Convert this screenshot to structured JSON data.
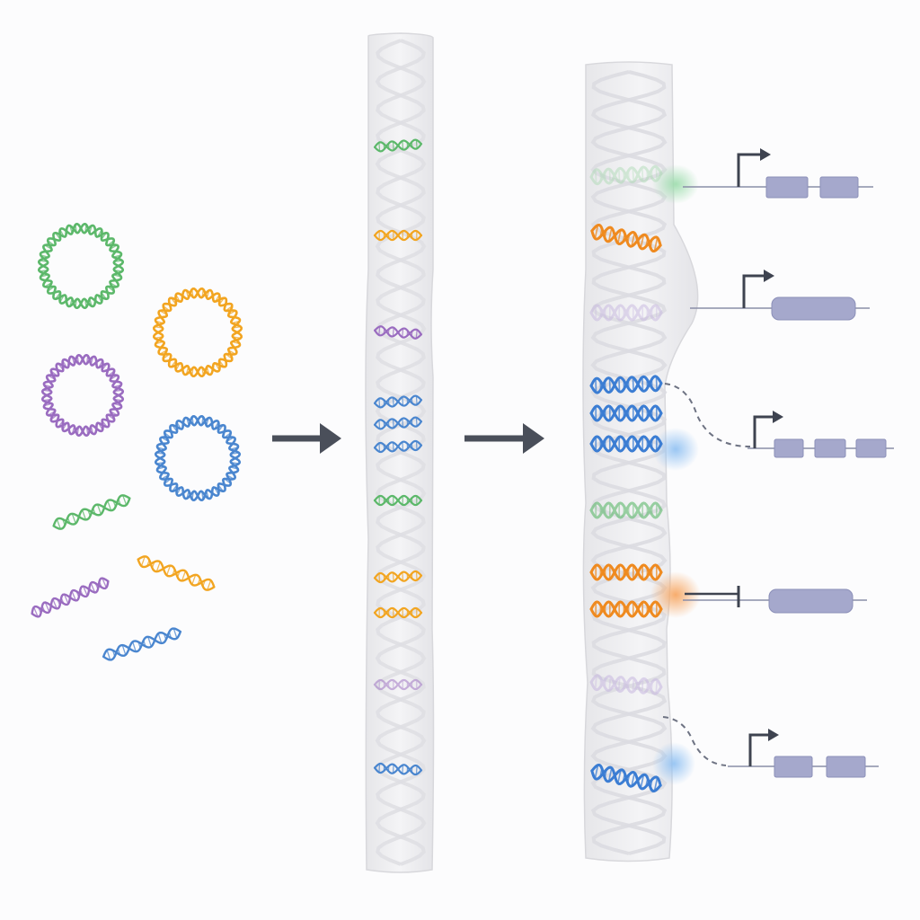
{
  "colors": {
    "green": "#5cb86a",
    "orange": "#f2a521",
    "purple": "#9a6cc0",
    "blue": "#4a86cf",
    "orange_strong": "#ef8a1f",
    "blue_strong": "#3b7dd3",
    "green_faint": "#a8d9b0",
    "purple_faint": "#c7b7e0",
    "arrow": "#4a4f5a",
    "chromosome_fill": "#eeeeef",
    "chromosome_stroke": "#d8d8dc",
    "gene_fill": "#a5a8cc",
    "gene_stroke": "#8b8fb8",
    "gene_line": "#8a8ea8",
    "promoter_arrow": "#3e4350",
    "dashed_link": "#6e7383"
  },
  "icons": {
    "flow_arrow": "right-arrow-icon",
    "promoter": "promoter-arrow-icon",
    "repressor": "repressor-tbar-icon",
    "dna": "dna-helix-icon",
    "plasmid": "circular-dna-icon"
  },
  "panels": {
    "free_dna": {
      "circular_plasmids": [
        "green",
        "orange",
        "purple",
        "blue"
      ],
      "linear_fragments": [
        "green",
        "orange",
        "purple",
        "blue"
      ]
    },
    "integrated_chromosome": {
      "segments": [
        "green",
        "orange",
        "purple",
        "blue",
        "blue",
        "blue",
        "green",
        "orange",
        "orange",
        "purple",
        "blue"
      ]
    },
    "regulated_chromosome": {
      "segments": [
        "green",
        "orange",
        "purple",
        "blue",
        "blue",
        "blue",
        "green",
        "orange",
        "orange",
        "purple",
        "blue"
      ],
      "gene_tracks": [
        {
          "regulation": "activation",
          "exons": 2,
          "source": "green"
        },
        {
          "regulation": "activation",
          "exons": 1,
          "source": "orange"
        },
        {
          "regulation": "activation",
          "exons": 3,
          "source": "blue",
          "link": "dashed"
        },
        {
          "regulation": "repression",
          "exons": 1,
          "source": "orange"
        },
        {
          "regulation": "activation",
          "exons": 2,
          "source": "blue",
          "link": "dashed"
        }
      ]
    }
  }
}
